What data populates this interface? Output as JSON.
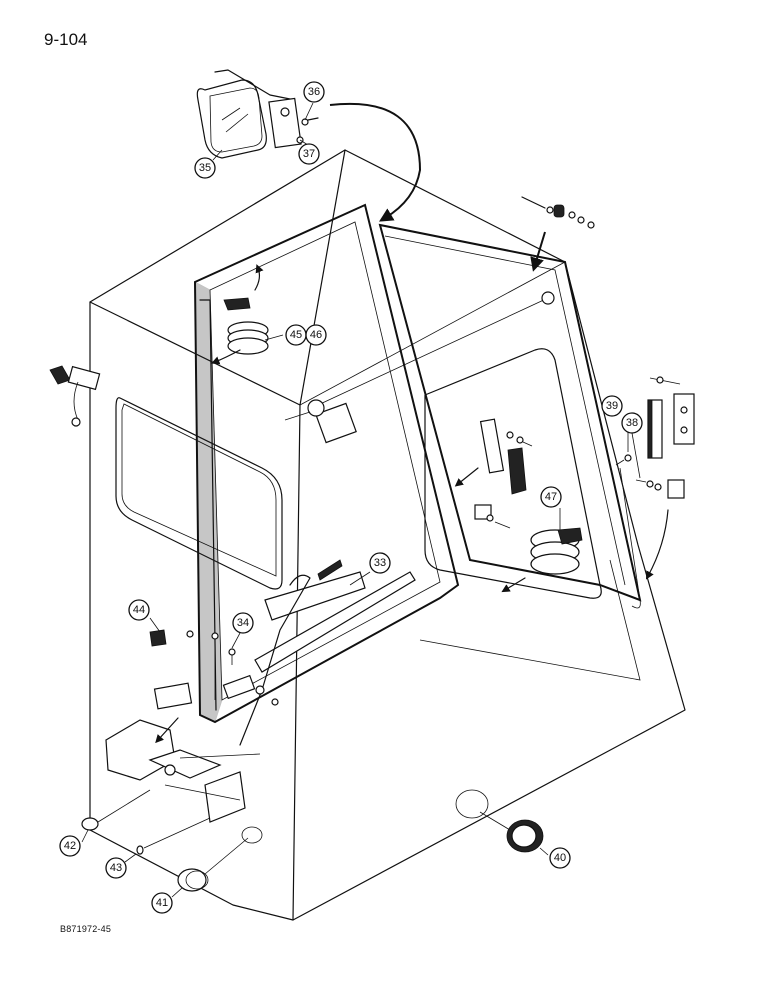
{
  "page_number": "9-104",
  "drawing_code": "B871972-45",
  "callouts": [
    "33",
    "34",
    "35",
    "36",
    "37",
    "38",
    "39",
    "40",
    "41",
    "42",
    "43",
    "44",
    "45",
    "46",
    "47"
  ]
}
